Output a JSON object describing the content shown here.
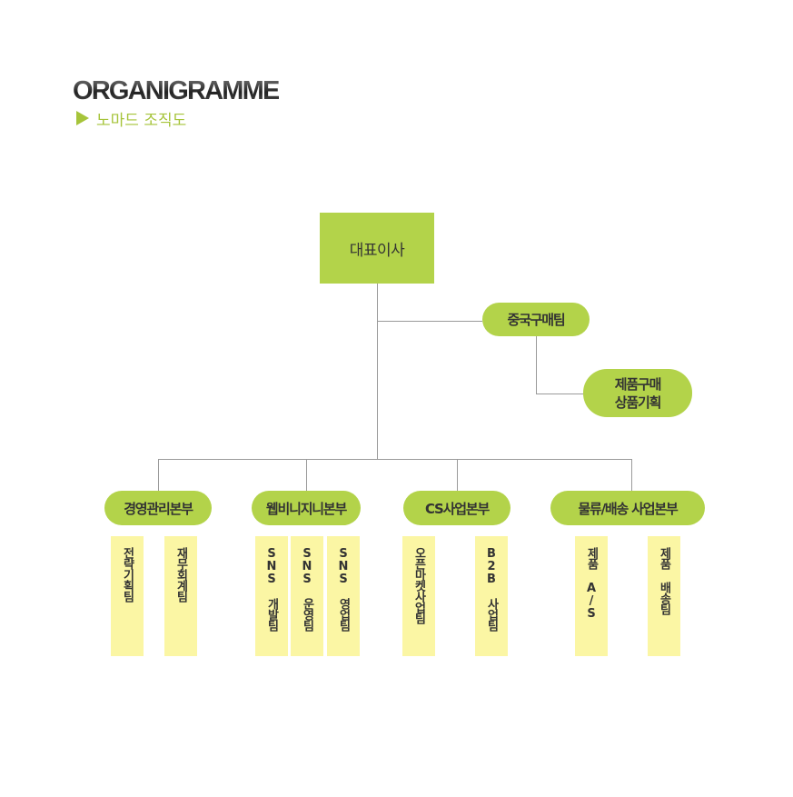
{
  "header": {
    "title": "ORGANIGRAMME",
    "subtitle": "노마드 조직도"
  },
  "ceo": {
    "label": "대표이사"
  },
  "china_team": {
    "label": "중국구매팀"
  },
  "product_planning": {
    "line1": "제품구매",
    "line2": "상품기획"
  },
  "divisions": [
    {
      "label": "경영관리본부",
      "teams": [
        "전략기획팀",
        "재무회계팀"
      ]
    },
    {
      "label": "웹비니지니본부",
      "teams": [
        "SNS 개발팀",
        "SNS 운영팀",
        "SNS 영업팀"
      ]
    },
    {
      "label": "CS사업본부",
      "teams": [
        "오픈마켓사업팀",
        "B2B 사업팀"
      ]
    },
    {
      "label": "물류/배송 사업본부",
      "teams": [
        "제품 A/S",
        "제품 배송팀"
      ]
    }
  ],
  "colors": {
    "accent_green": "#b3d34a",
    "subtitle_green": "#a6c43a",
    "team_yellow": "#fbf6a4",
    "line_gray": "#9a9a9a"
  }
}
